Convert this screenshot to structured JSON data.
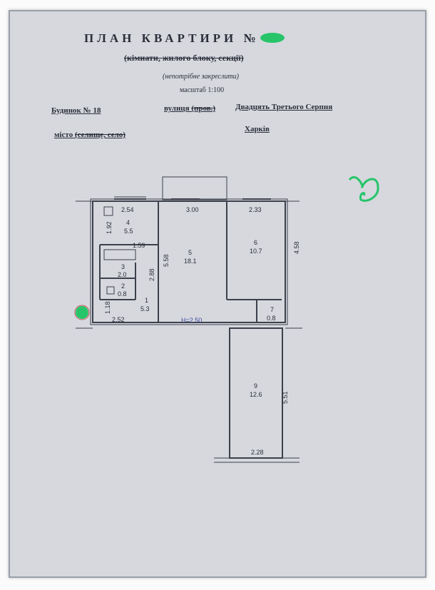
{
  "header": {
    "title": "ПЛАН КВАРТИРИ №",
    "subtitle": "(кімнати, жилого блоку, секції)",
    "note": "(непотрібне закреслити)",
    "scale": "масштаб 1:100"
  },
  "address": {
    "building_label": "Будинок №",
    "building_number": "18",
    "street_label": "вулиця",
    "lane_label": "(пров.)",
    "street_name": "Двадцять Третього Серпня",
    "city_label": "місто",
    "city_alt": "(селище, село)",
    "city_name": "Харків"
  },
  "plan": {
    "height_label": "H=2.50",
    "dimensions": [
      "2.54",
      "3.00",
      "2.33",
      "1.92",
      "1.59",
      "5.58",
      "4.58",
      "2.88",
      "1.18",
      "2.52",
      "5.51",
      "2.28"
    ],
    "rooms": [
      {
        "number": "4",
        "area": "5.5"
      },
      {
        "number": "5",
        "area": "18.1"
      },
      {
        "number": "6",
        "area": "10.7"
      },
      {
        "number": "3",
        "area": "2.0"
      },
      {
        "number": "2",
        "area": "0.8"
      },
      {
        "number": "1",
        "area": "5.3"
      },
      {
        "number": "7",
        "area": "0.8"
      },
      {
        "number": "9",
        "area": "12.6"
      }
    ]
  }
}
